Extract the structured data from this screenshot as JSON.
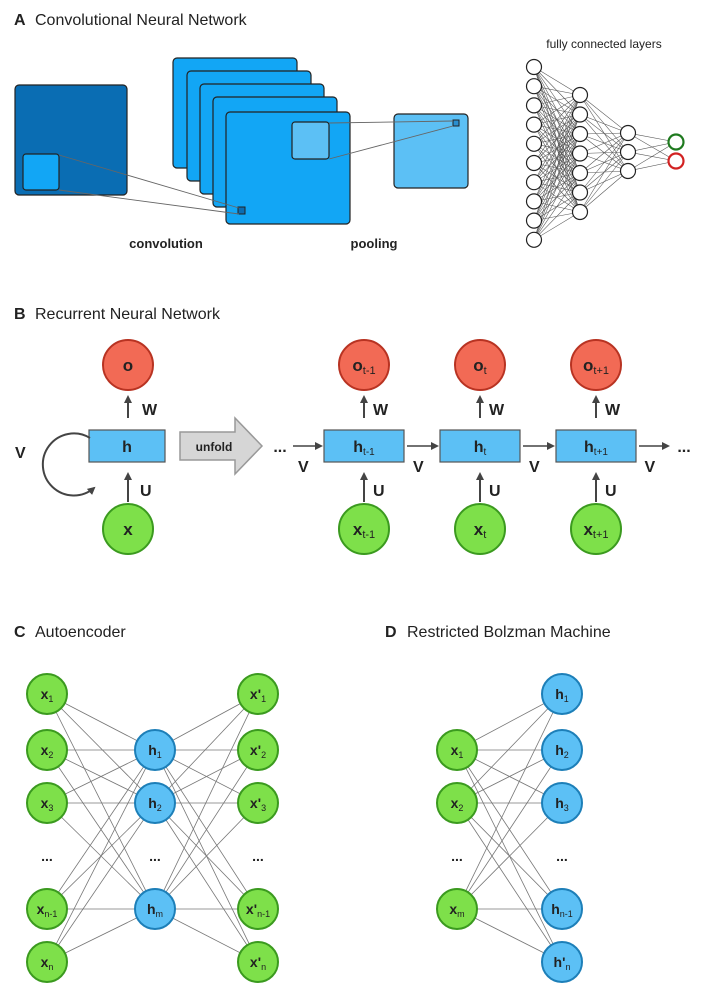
{
  "panels": {
    "a": {
      "letter": "A",
      "title": "Convolutional Neural Network",
      "convolution_label": "convolution",
      "pooling_label": "pooling",
      "fc_label": "fully connected layers"
    },
    "b": {
      "letter": "B",
      "title": "Recurrent Neural Network",
      "output": "o",
      "hidden": "h",
      "input": "x",
      "w": "W",
      "u": "U",
      "v": "V",
      "unfold": "unfold",
      "ellipsis": "...",
      "steps": [
        "t-1",
        "t",
        "t+1"
      ]
    },
    "c": {
      "letter": "C",
      "title": "Autoencoder",
      "inputs": [
        "1",
        "2",
        "3",
        "...",
        "n-1",
        "n"
      ],
      "hidden": [
        "1",
        "2",
        "...",
        "m"
      ],
      "outputs": [
        "1",
        "2",
        "3",
        "...",
        "n-1",
        "n"
      ]
    },
    "d": {
      "letter": "D",
      "title": "Restricted Bolzman Machine",
      "visible": [
        "1",
        "2",
        "...",
        "m"
      ],
      "hidden": [
        "1",
        "2",
        "3",
        "...",
        "n-1",
        "n"
      ]
    }
  },
  "colors": {
    "green": "#7ee04a",
    "green_stroke": "#3b9a1f",
    "blue": "#5cc0f5",
    "blue_stroke": "#1d7fb8",
    "red": "#f26a55",
    "red_stroke": "#b83322",
    "cnn_dark": "#0a6db3",
    "cnn_bright": "#12a6f5"
  }
}
